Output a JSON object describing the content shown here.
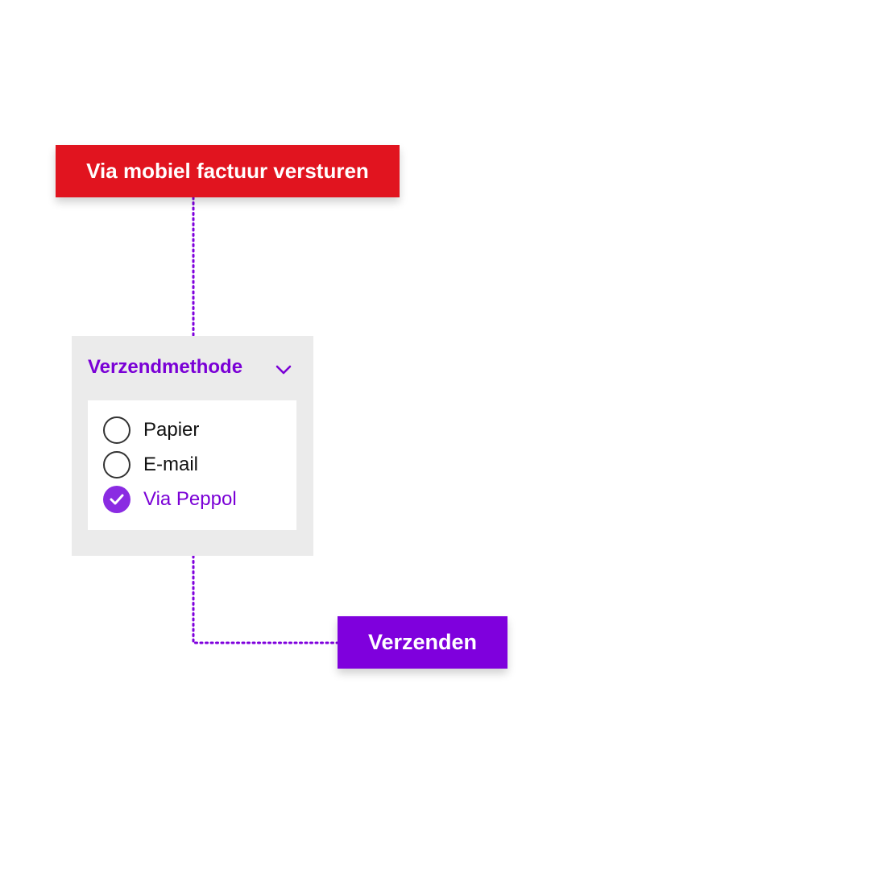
{
  "colors": {
    "accent": "#7f00dd",
    "alert_red": "#e1141f",
    "panel_gray": "#ebebeb"
  },
  "top_action": {
    "label": "Via mobiel factuur versturen"
  },
  "shipping_method": {
    "title": "Verzendmethode",
    "toggle_icon": "chevron-down-icon",
    "options": [
      {
        "label": "Papier",
        "selected": false
      },
      {
        "label": "E-mail",
        "selected": false
      },
      {
        "label": "Via Peppol",
        "selected": true
      }
    ]
  },
  "submit": {
    "label": "Verzenden"
  }
}
